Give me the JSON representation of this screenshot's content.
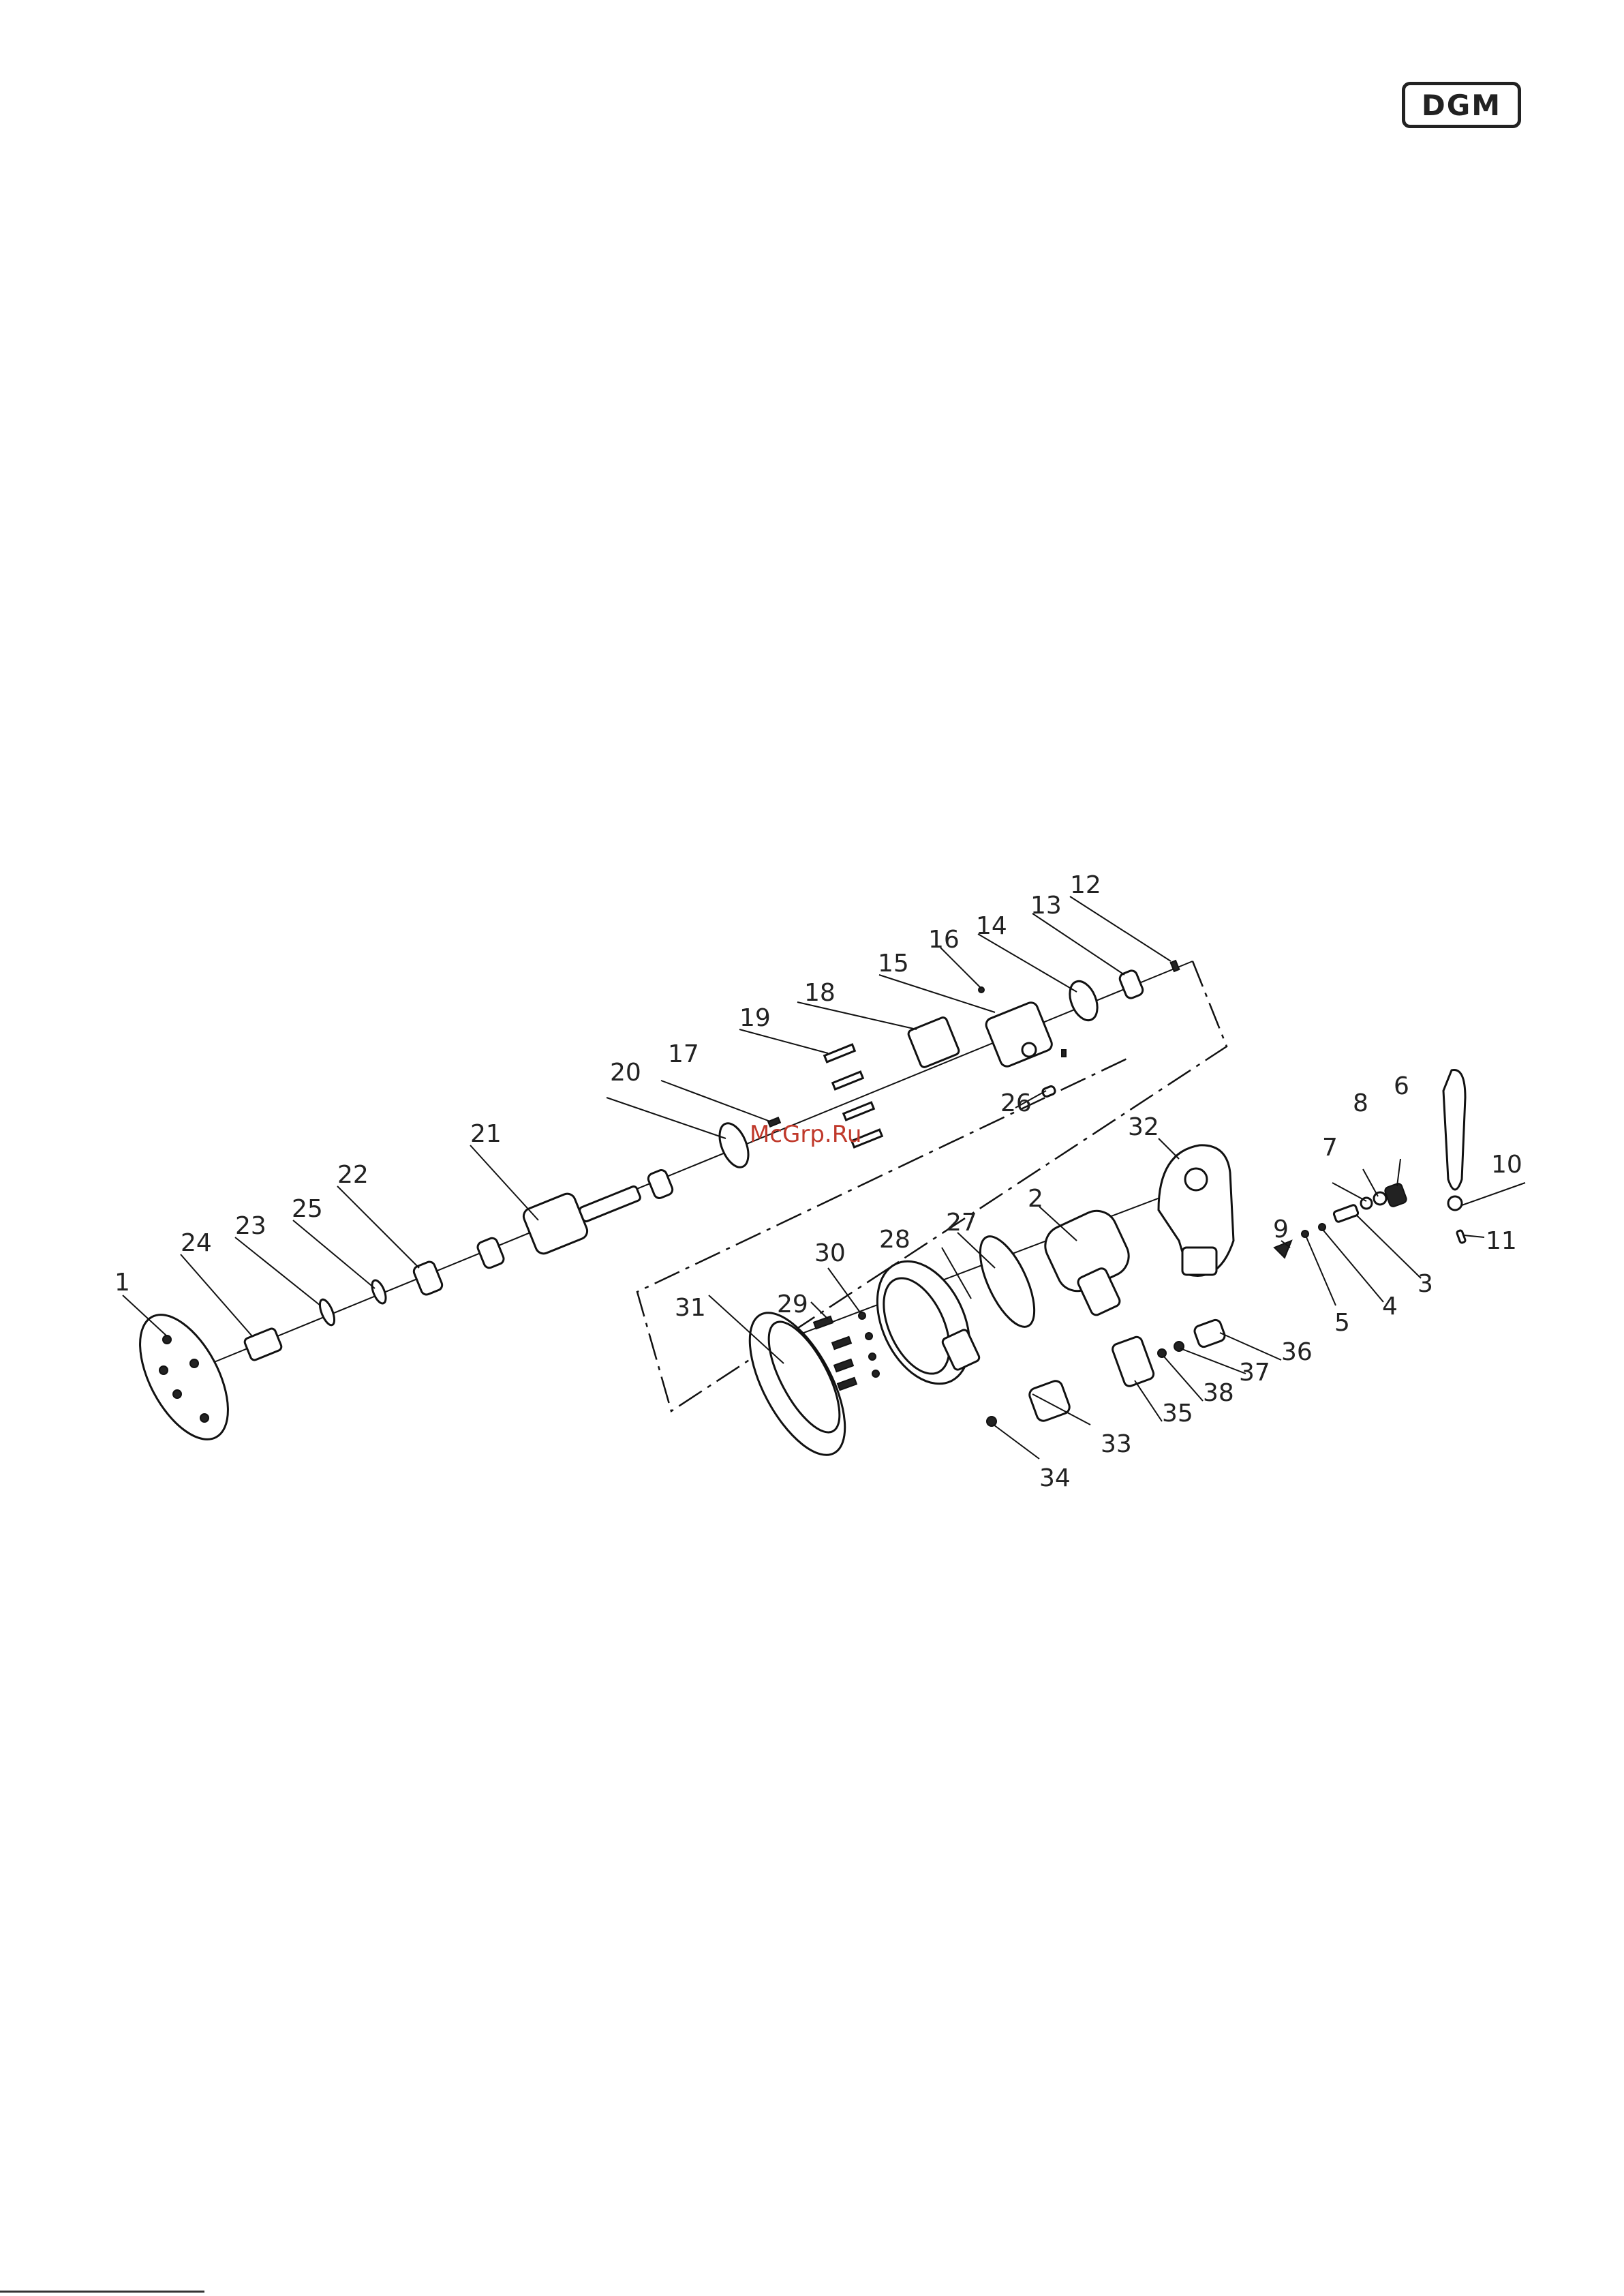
{
  "brand": {
    "logo_text": "DGM"
  },
  "watermark": {
    "text": "McGrp.Ru",
    "color": "#c0392b"
  },
  "parts": {
    "p1": "1",
    "p2": "2",
    "p3": "3",
    "p4": "4",
    "p5": "5",
    "p6": "6",
    "p7": "7",
    "p8": "8",
    "p9": "9",
    "p10": "10",
    "p11": "11",
    "p12": "12",
    "p13": "13",
    "p14": "14",
    "p15": "15",
    "p16": "16",
    "p17": "17",
    "p18": "18",
    "p19": "19",
    "p20": "20",
    "p21": "21",
    "p22": "22",
    "p23": "23",
    "p24": "24",
    "p25": "25",
    "p26": "26",
    "p27": "27",
    "p28": "28",
    "p29": "29",
    "p30": "30",
    "p31": "31",
    "p32": "32",
    "p33": "33",
    "p34": "34",
    "p35": "35",
    "p36": "36",
    "p37": "37",
    "p38": "38"
  }
}
